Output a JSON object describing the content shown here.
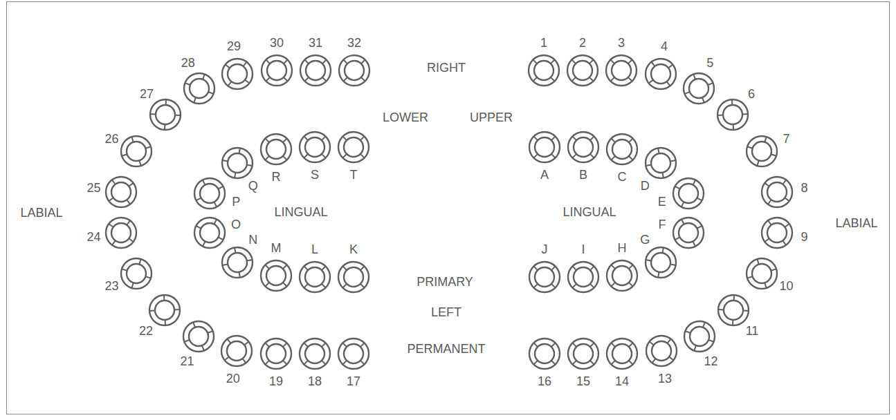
{
  "diagram": {
    "labels": [
      "1",
      "2",
      "3",
      "4",
      "5",
      "6",
      "7",
      "8",
      "9",
      "10",
      "11",
      "12",
      "13",
      "14",
      "15",
      "16",
      "17",
      "18",
      "19",
      "20",
      "21",
      "22",
      "23",
      "24",
      "25",
      "26",
      "27",
      "28",
      "29",
      "30",
      "31",
      "32",
      "A",
      "B",
      "C",
      "D",
      "E",
      "F",
      "G",
      "H",
      "I",
      "J",
      "K",
      "L",
      "M",
      "N",
      "O",
      "P",
      "Q",
      "R",
      "S",
      "T",
      "RIGHT",
      "LOWER",
      "UPPER",
      "LABIAL",
      "LINGUAL",
      "LINGUAL",
      "LABIAL",
      "PRIMARY",
      "LEFT",
      "PERMANENT"
    ]
  }
}
